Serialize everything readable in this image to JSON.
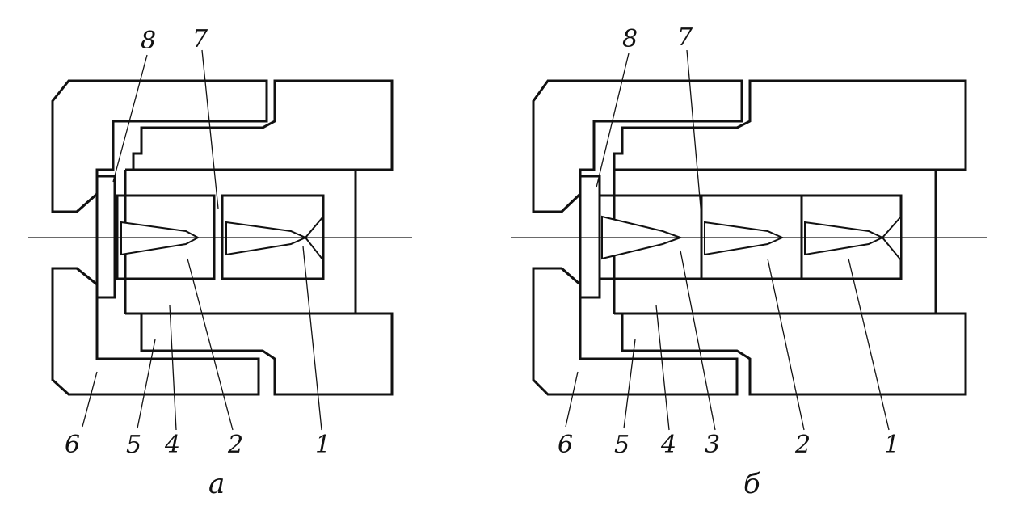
{
  "figure_a": {
    "caption": "а",
    "labels": {
      "l8": "8",
      "l7": "7",
      "l6": "6",
      "l5": "5",
      "l4": "4",
      "l2": "2",
      "l1": "1"
    }
  },
  "figure_b": {
    "caption": "б",
    "labels": {
      "l8": "8",
      "l7": "7",
      "l6": "6",
      "l5": "5",
      "l4": "4",
      "l3": "3",
      "l2": "2",
      "l1": "1"
    }
  },
  "colors": {
    "ink": "#111111",
    "paper": "#ffffff"
  }
}
